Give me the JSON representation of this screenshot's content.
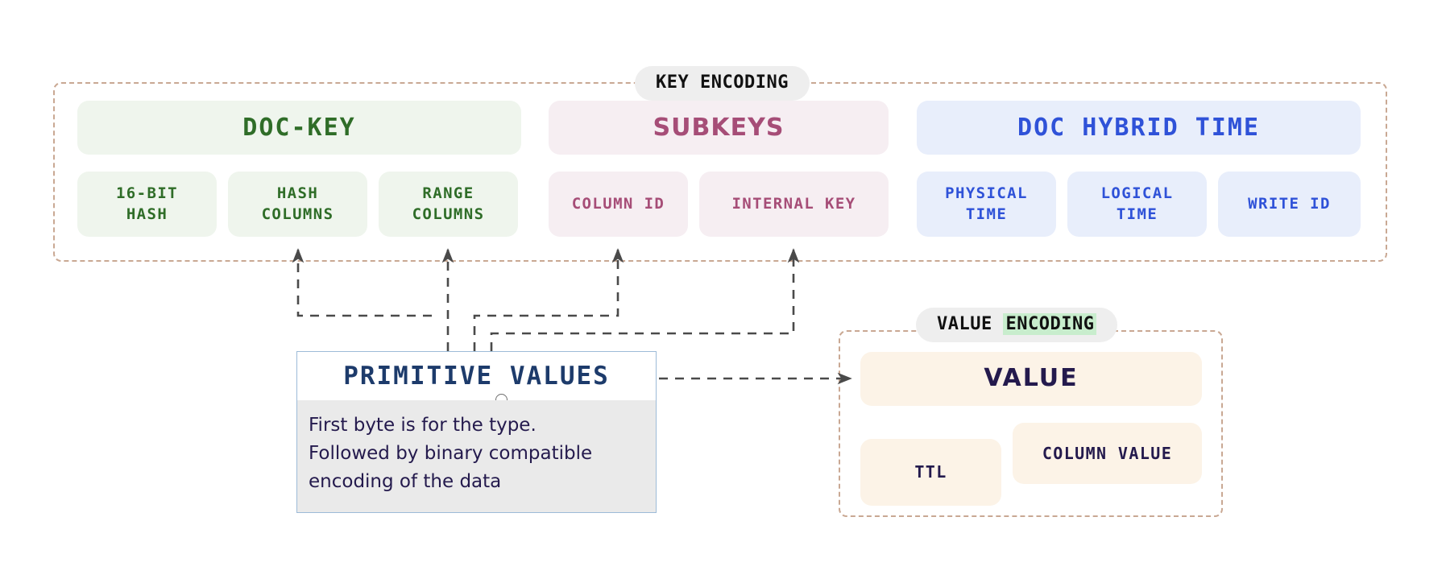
{
  "diagram": {
    "title_key": "KEY ENCODING",
    "title_value_plain": "VALUE ",
    "title_value_highlight": "ENCODING"
  },
  "key_encoding": {
    "label": "KEY ENCODING",
    "sections": [
      {
        "id": "doc-key",
        "header": "DOC-KEY",
        "color": "#2f6d28",
        "bg": "#eff5ed",
        "chips": [
          {
            "label": "16-BIT\nHASH"
          },
          {
            "label": "HASH\nCOLUMNS"
          },
          {
            "label": "RANGE\nCOLUMNS"
          }
        ]
      },
      {
        "id": "subkeys",
        "header": "SUBKEYS",
        "color": "#a64d77",
        "bg": "#f6eef2",
        "chips": [
          {
            "label": "COLUMN ID"
          },
          {
            "label": "INTERNAL KEY"
          }
        ]
      },
      {
        "id": "doc-hybrid-time",
        "header": "DOC HYBRID TIME",
        "color": "#2f52d8",
        "bg": "#e8eefb",
        "chips": [
          {
            "label": "PHYSICAL\nTIME"
          },
          {
            "label": "LOGICAL\nTIME"
          },
          {
            "label": "WRITE ID"
          }
        ]
      }
    ]
  },
  "value_encoding": {
    "label_plain": "VALUE ",
    "label_highlight": "ENCODING",
    "header": "VALUE",
    "chips": [
      {
        "label": "TTL"
      },
      {
        "label": "COLUMN VALUE"
      }
    ]
  },
  "primitive_values": {
    "title": "PRIMITIVE VALUES",
    "body": "First byte is for the type.\nFollowed by binary compatible\nencoding of the data"
  },
  "colors": {
    "frame_dash": "#c9a893",
    "wire": "#4a4a4a",
    "green_text": "#2f6d28",
    "green_bg": "#eff5ed",
    "pink_text": "#a64d77",
    "pink_bg": "#f6eef2",
    "blue_text": "#2f52d8",
    "blue_bg": "#e8eefb",
    "cream_bg": "#fcf3e7",
    "value_text": "#241a4d",
    "pv_border": "#9dbbd8",
    "pv_body_bg": "#eaeaea",
    "pv_title_text": "#1d3b6b",
    "pill_bg": "#eeeeee",
    "highlight_green": "#c8edcd"
  }
}
